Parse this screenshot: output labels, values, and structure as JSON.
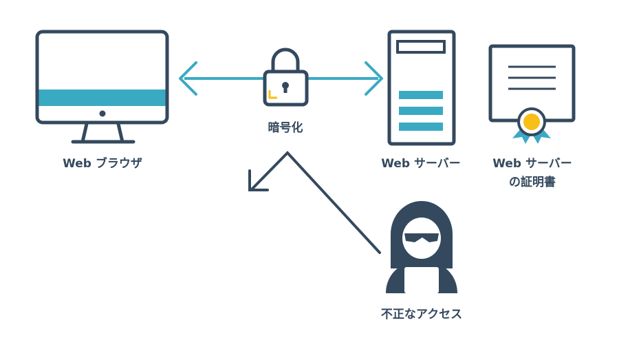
{
  "labels": {
    "browser": "Web ブラウザ",
    "encryption": "暗号化",
    "server": "Web サーバー",
    "certificate_line1": "Web サーバー",
    "certificate_line2": "の証明書",
    "attacker": "不正なアクセス"
  },
  "icons": {
    "browser": "monitor-icon",
    "lock": "padlock-icon",
    "server": "server-tower-icon",
    "certificate": "certificate-icon",
    "attacker": "hooded-hacker-icon"
  },
  "colors": {
    "outline": "#34495e",
    "accent": "#3aaac3",
    "highlight": "#f8bf18",
    "background": "#ffffff"
  }
}
